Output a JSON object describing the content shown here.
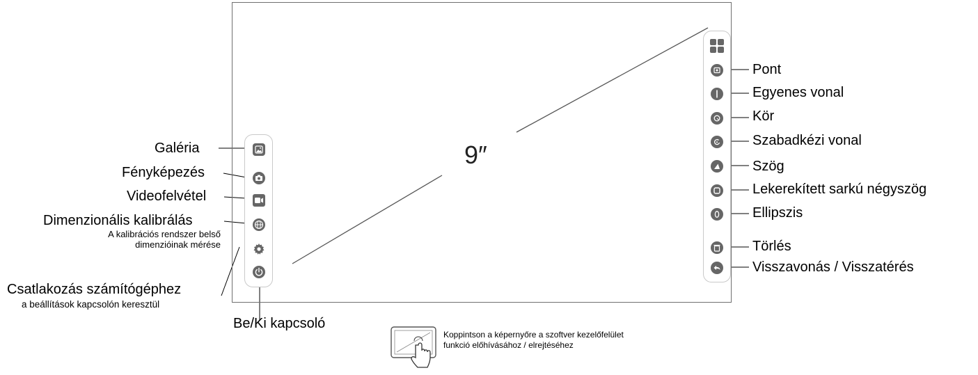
{
  "screen": {
    "size_label": "9″"
  },
  "left_labels": {
    "gallery": "Galéria",
    "photo": "Fényképezés",
    "video": "Videofelvétel",
    "calibration": "Dimenzionális kalibrálás",
    "calibration_sub1": "A kalibrációs rendszer belső",
    "calibration_sub2": "dimenzióinak mérése",
    "connect": "Csatlakozás számítógéphez",
    "connect_sub": "a beállítások kapcsolón keresztül",
    "power": "Be/Ki kapcsoló"
  },
  "right_labels": {
    "point": "Pont",
    "line": "Egyenes vonal",
    "circle": "Kör",
    "freehand": "Szabadkézi vonal",
    "angle": "Szög",
    "rounded_rect": "Lekerekített sarkú négyszög",
    "ellipse": "Ellipszis",
    "delete": "Törlés",
    "undo": "Visszavonás / Visszatérés"
  },
  "hint": {
    "line1": "Koppintson a képernyőre a szoftver kezelőfelület",
    "line2": "funkció előhívásához / elrejtéséhez"
  },
  "colors": {
    "icon": "#666666",
    "frame": "#6f6f6f",
    "toolbar_border": "#c9c9c9"
  }
}
